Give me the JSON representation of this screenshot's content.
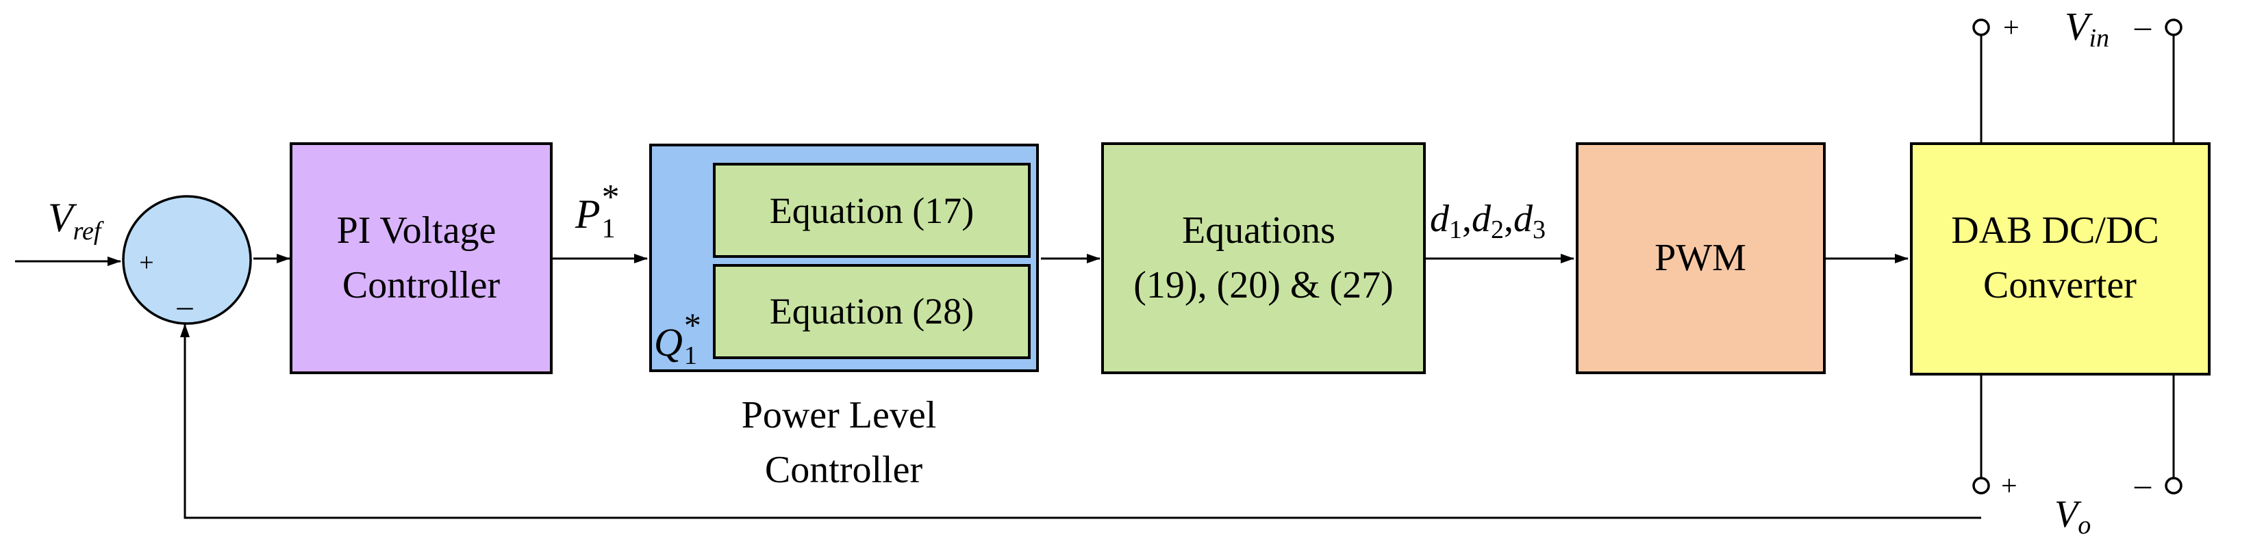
{
  "signals": {
    "vref_main": "V",
    "vref_sub": "ref",
    "p1_main": "P",
    "p1_sub": "1",
    "p1_sup": "*",
    "q1_main": "Q",
    "q1_sub": "1",
    "q1_sup": "*",
    "d1_main": "d",
    "d1_sub": "1",
    "d2_main": "d",
    "d2_sub": "2",
    "d3_main": "d",
    "d3_sub": "3",
    "comma": ",",
    "vin_main": "V",
    "vin_sub": "in",
    "vo_main": "V",
    "vo_sub": "o"
  },
  "summing": {
    "plus": "+",
    "minus": "–"
  },
  "blocks": {
    "pi": {
      "line1": "PI Voltage",
      "line2": "Controller",
      "color": "#d9b3fb"
    },
    "power_level": {
      "color": "#99c4f4",
      "eq_a": "Equation (17)",
      "eq_b": "Equation (28)",
      "caption_line1": "Power Level",
      "caption_line2": "Controller"
    },
    "equations": {
      "line1": "Equations",
      "line2": "(19), (20) & (27)",
      "color": "#c8e3a1"
    },
    "pwm": {
      "label": "PWM",
      "color": "#f8c8a5"
    },
    "dab": {
      "line1": "DAB DC/DC",
      "line2": "Converter",
      "color": "#fdfd8a"
    }
  },
  "terminals": {
    "plus": "+",
    "minus": "–"
  },
  "colors": {
    "summing_fill": "#bcdcf8",
    "inner_eq_fill": "#c8e3a1"
  }
}
